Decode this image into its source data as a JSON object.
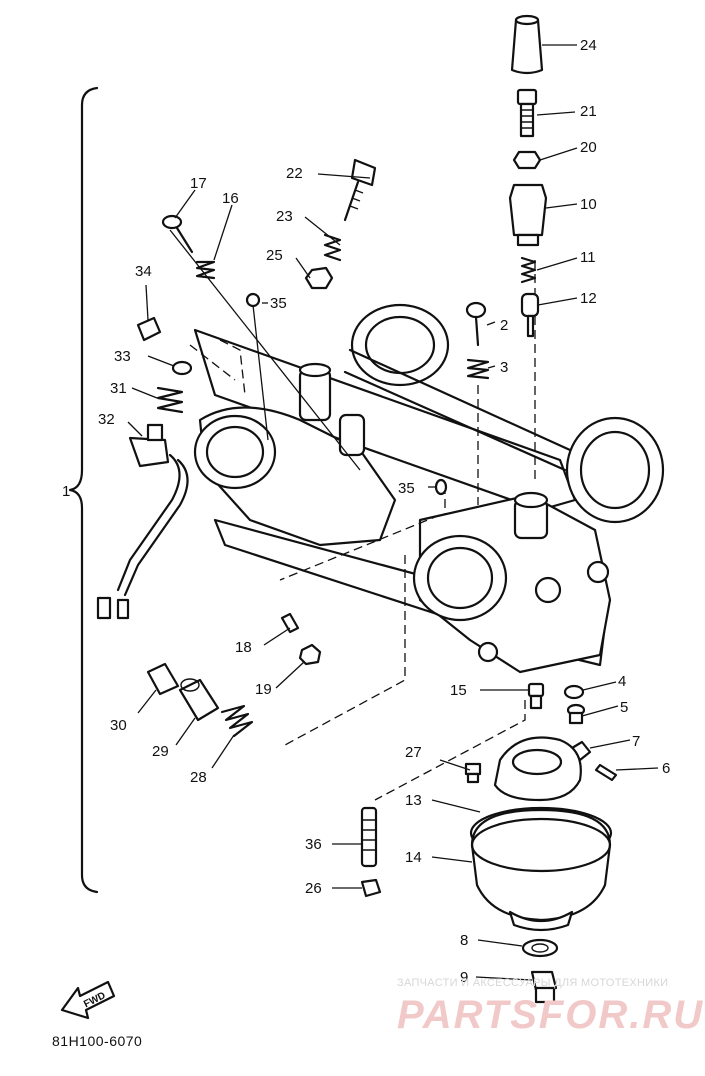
{
  "callouts": {
    "n1": "1",
    "n2": "2",
    "n3": "3",
    "n4": "4",
    "n5": "5",
    "n6": "6",
    "n7": "7",
    "n8": "8",
    "n9": "9",
    "n10": "10",
    "n11": "11",
    "n12": "12",
    "n13": "13",
    "n14": "14",
    "n15": "15",
    "n16": "16",
    "n17": "17",
    "n18": "18",
    "n19": "19",
    "n20": "20",
    "n21": "21",
    "n22": "22",
    "n23": "23",
    "n24": "24",
    "n25": "25",
    "n26": "26",
    "n27": "27",
    "n28": "28",
    "n29": "29",
    "n30": "30",
    "n31": "31",
    "n32": "32",
    "n33": "33",
    "n34": "34",
    "n35a": "35",
    "n35b": "35",
    "n36": "36"
  },
  "fwd_label": "FWD",
  "reference_code": "81H100-6070",
  "watermark": {
    "tagline": "ЗАПЧАСТИ И АКСЕССУАРЫ ДЛЯ МОТОТЕХНИКИ",
    "brand": "PARTSFOR.RU",
    "color": "#f2c9c9"
  }
}
